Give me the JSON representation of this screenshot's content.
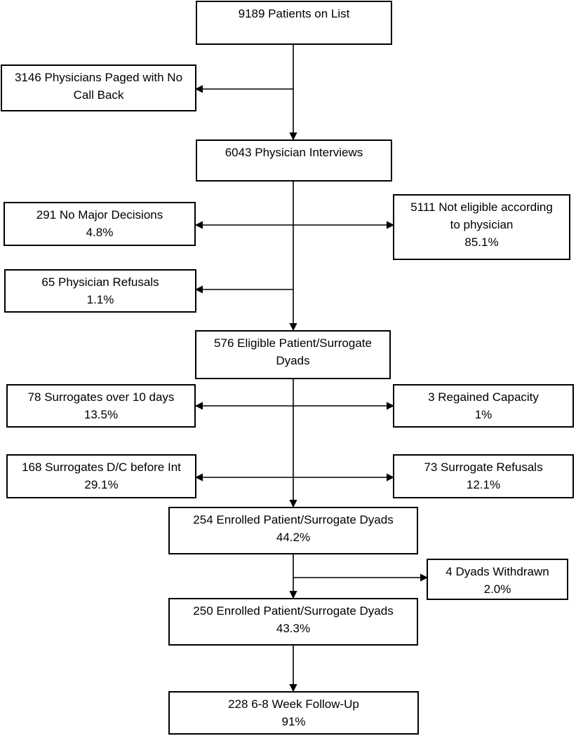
{
  "boxes": {
    "patients_list": {
      "lines": [
        "9189 Patients on List"
      ]
    },
    "no_call_back": {
      "lines": [
        "3146 Physicians Paged with No",
        "Call Back"
      ]
    },
    "physician_interviews": {
      "lines": [
        "6043 Physician Interviews"
      ]
    },
    "no_major_decisions": {
      "lines": [
        "291 No Major Decisions",
        "4.8%"
      ]
    },
    "not_eligible": {
      "lines": [
        "5111 Not eligible according",
        "to physician",
        "85.1%"
      ]
    },
    "physician_refusals": {
      "lines": [
        "65 Physician Refusals",
        "1.1%"
      ]
    },
    "eligible_dyads": {
      "lines": [
        "576 Eligible Patient/Surrogate",
        "Dyads"
      ]
    },
    "surrogates_10_days": {
      "lines": [
        "78 Surrogates over 10 days",
        "13.5%"
      ]
    },
    "regained_capacity": {
      "lines": [
        "3 Regained Capacity",
        "1%"
      ]
    },
    "surrogates_dc": {
      "lines": [
        "168 Surrogates D/C before Int",
        "29.1%"
      ]
    },
    "surrogate_refusals": {
      "lines": [
        "73 Surrogate Refusals",
        "12.1%"
      ]
    },
    "enrolled_254": {
      "lines": [
        "254 Enrolled Patient/Surrogate Dyads",
        "44.2%"
      ]
    },
    "dyads_withdrawn": {
      "lines": [
        "4 Dyads Withdrawn",
        "2.0%"
      ]
    },
    "enrolled_250": {
      "lines": [
        "250 Enrolled Patient/Surrogate Dyads",
        "43.3%"
      ]
    },
    "follow_up": {
      "lines": [
        "228 6-8 Week Follow-Up",
        "91%"
      ]
    }
  }
}
